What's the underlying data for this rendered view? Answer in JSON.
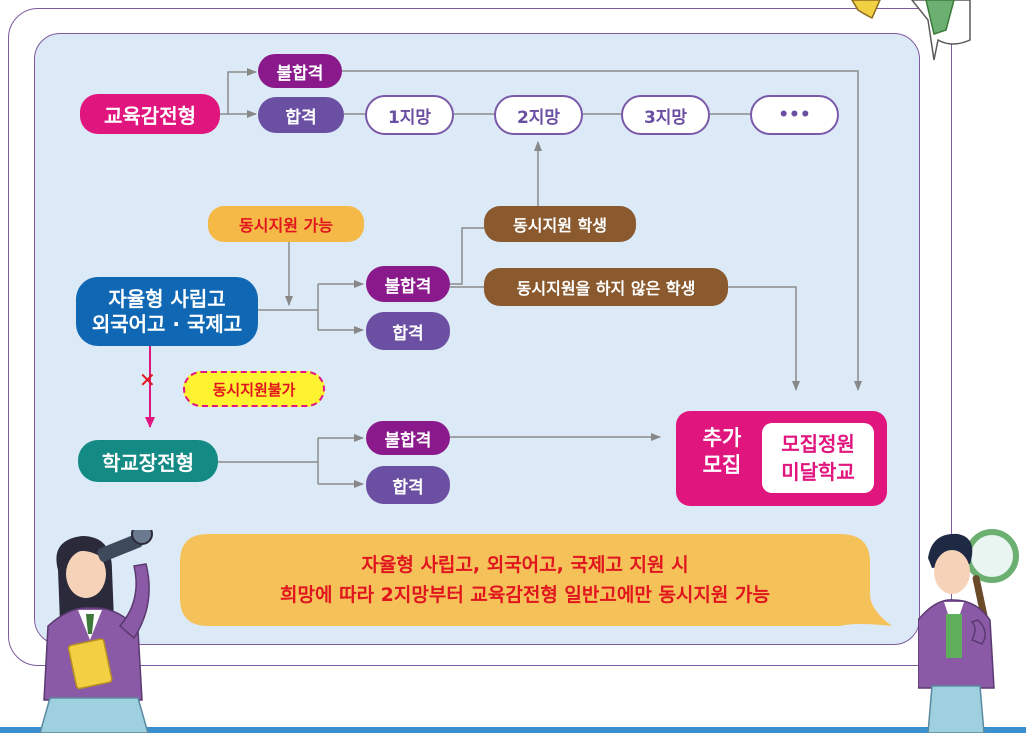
{
  "nodes": {
    "edu_screening": "교육감전형",
    "fail_top": "불합격",
    "pass_top": "합격",
    "choice_1": "1지망",
    "choice_2": "2지망",
    "choice_3": "3지망",
    "choice_more": "•••",
    "concurrent_possible": "동시지원 가능",
    "concurrent_student": "동시지원 학생",
    "non_concurrent_student": "동시지원을 하지 않은 학생",
    "special_school_line1": "자율형 사립고",
    "special_school_line2": "외국어고 · 국제고",
    "fail_mid": "불합격",
    "pass_mid": "합격",
    "concurrent_impossible": "동시지원불가",
    "x_mark": "✕",
    "principal_screening": "학교장전형",
    "fail_bottom": "불합격",
    "pass_bottom": "합격"
  },
  "result": {
    "label_line1": "추가",
    "label_line2": "모집",
    "inner_line1": "모집정원",
    "inner_line2": "미달학교"
  },
  "note": {
    "line1": "자율형 사립고, 외국어고, 국제고 지원 시",
    "line2": "희망에 따라 2지망부터 교육감전형 일반고에만 동시지원 가능"
  },
  "colors": {
    "magenta": "#e0157e",
    "purple": "#8a1a8c",
    "violet": "#6b4fa3",
    "brown": "#8a5a2e",
    "orange": "#f5b947",
    "blue": "#1068b4",
    "teal": "#148a84",
    "panel": "#dce9f6"
  }
}
